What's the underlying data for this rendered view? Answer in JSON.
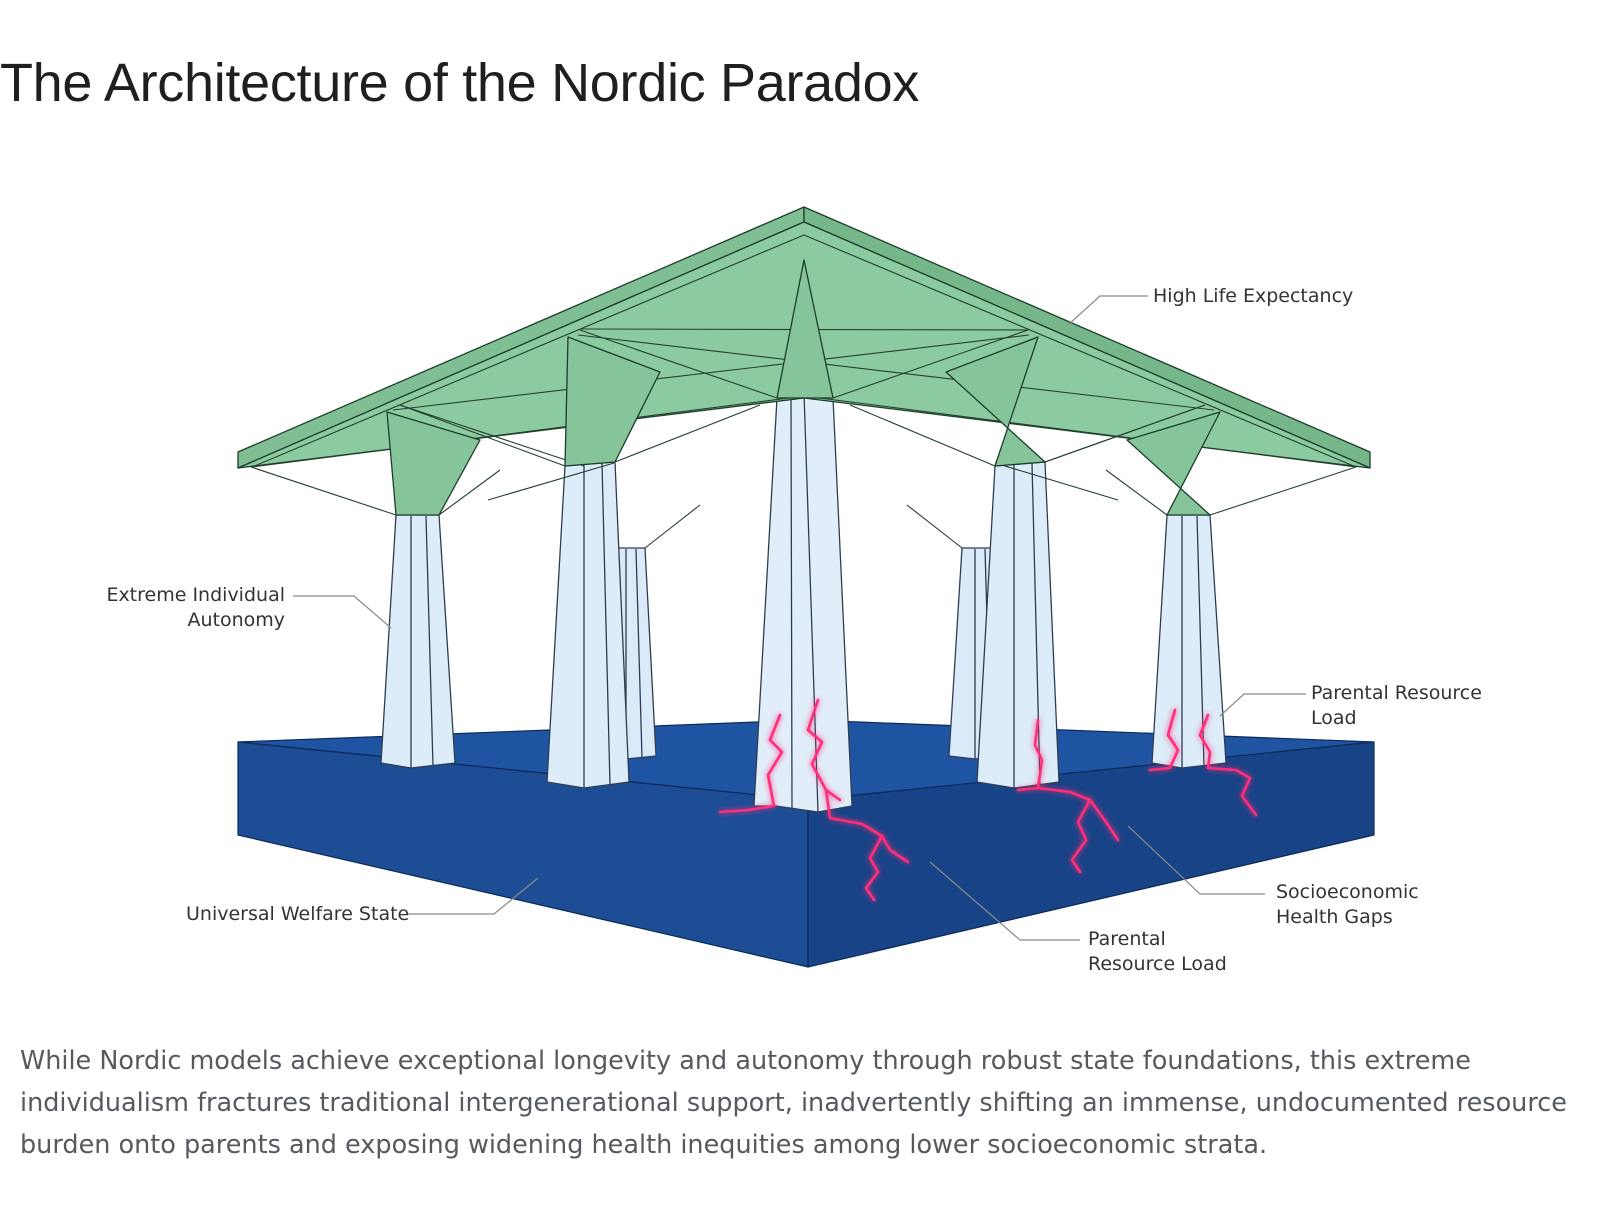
{
  "title": "The Architecture of the Nordic Paradox",
  "labels": {
    "roof": "High Life Expectancy",
    "pillar_line1": "Extreme Individual",
    "pillar_line2": "Autonomy",
    "base": "Universal Welfare State",
    "crack_right_line1": "Parental Resource",
    "crack_right_line2": "Load",
    "gaps_line1": "Socioeconomic",
    "gaps_line2": "Health Gaps",
    "crack_front_line1": "Parental",
    "crack_front_line2": "Resource Load"
  },
  "caption": "While Nordic models achieve exceptional longevity and autonomy through robust state foundations, this extreme individualism fractures traditional intergenerational support, inadvertently shifting an immense, undocumented resource burden onto parents and exposing widening health inequities among lower socioeconomic strata.",
  "colors": {
    "roof": "#8ccba0",
    "pillar": "#dcecf8",
    "base": "#1f54a2",
    "crack": "#ff2d7a"
  }
}
